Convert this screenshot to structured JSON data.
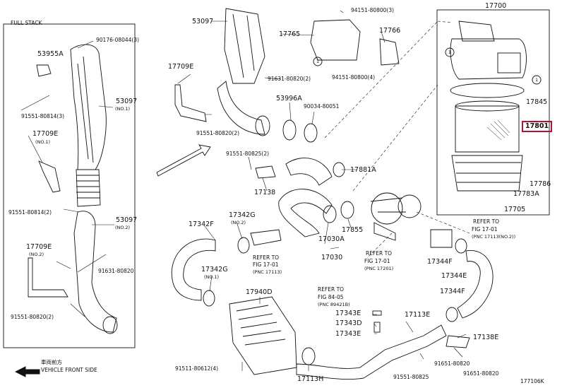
{
  "diagram": {
    "box_left_title": "FULL STACK",
    "part_17700": "17700",
    "part_53097_top": "53097",
    "part_17765": "17765",
    "part_94151_top": "94151-80800(3)",
    "part_17766": "17766",
    "part_94151_mid": "94151-80800(4)",
    "part_17709E_top": "17709E",
    "part_91631_top": "91631-80820(2)",
    "part_53996A": "53996A",
    "part_90034": "90034-80051",
    "part_91551_mid": "91551-80820(2)",
    "part_17845": "17845",
    "part_17801": "17801",
    "part_90176": "90176-08044(3)",
    "part_53955A": "53955A",
    "part_53097_left": "53097",
    "part_no1_a": "(NO.1)",
    "part_91551_left": "91551-80814(3)",
    "part_17709E_left": "17709E",
    "part_no1_b": "(NO.1)",
    "part_91551_left2": "91551-80814(2)",
    "part_53097_left2": "53097",
    "part_no2_a": "(NO.2)",
    "part_17709E_left2": "17709E",
    "part_no2_b": "(NO.2)",
    "part_91631_left": "91631-80820",
    "part_91551_left3": "91551-80820(2)",
    "part_91551_825": "91551-80825(2)",
    "part_17881A": "17881A",
    "part_17786": "17786",
    "part_17783A": "17783A",
    "part_17705": "17705",
    "part_17138": "17138",
    "part_17342F": "17342F",
    "part_17342G_top": "17342G",
    "part_no2_c": "(NO.2)",
    "part_17030A": "17030A",
    "part_17855": "17855",
    "part_17030": "17030",
    "ref_fig_1": "REFER TO",
    "ref_fig_1b": "FIG 17-01",
    "ref_fig_1c": "(PNC 17113)",
    "ref_fig_2": "REFER TO",
    "ref_fig_2b": "FIG 17-01",
    "ref_fig_2c": "(PNC 17201)",
    "ref_fig_3": "REFER TO",
    "ref_fig_3b": "FIG 17-01",
    "ref_fig_3c": "(PNC 17113(NO.2))",
    "part_17344F_top": "17344F",
    "part_17344E": "17344E",
    "part_17342G_bot": "17342G",
    "part_no1_c": "(NO.1)",
    "part_17940D": "17940D",
    "ref_fig_4": "REFER TO",
    "ref_fig_4b": "FIG 84-05",
    "ref_fig_4c": "(PNC 89421B)",
    "part_17343E_a": "17343E",
    "part_17343D": "17343D",
    "part_17343E_b": "17343E",
    "part_17113E": "17113E",
    "part_17344F_bot": "17344F",
    "part_17138E": "17138E",
    "part_91651_a": "91651-80820",
    "part_91651_b": "91651-80820",
    "part_91511": "91511-80612(4)",
    "part_17113H": "17113H",
    "part_91551_bot": "91551-80825",
    "front_cn": "車両前方",
    "front_en": "VEHICLE FRONT SIDE",
    "fig_code": "177106K",
    "circle_marker": "1"
  }
}
